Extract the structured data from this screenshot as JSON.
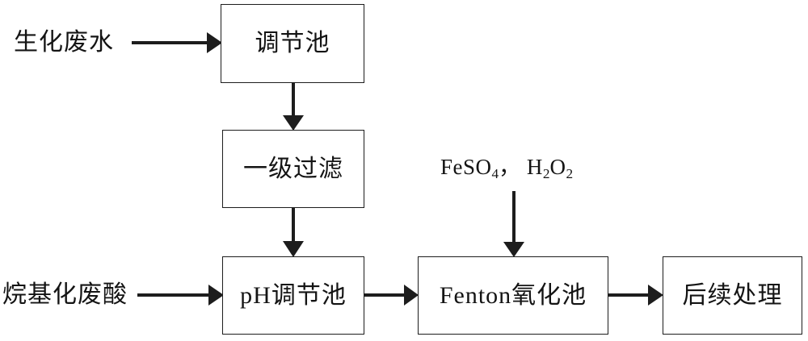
{
  "diagram": {
    "type": "process-flowchart",
    "title_visible": false,
    "style": {
      "box_border_color": "#1d1d1d",
      "box_fill_color": "#ffffff",
      "arrow_color": "#1d1d1d",
      "text_color": "#141414",
      "background_color": "#ffffff"
    },
    "nodes": [
      {
        "id": "n1",
        "label": "调节池"
      },
      {
        "id": "n2",
        "label": "一级过滤"
      },
      {
        "id": "n3",
        "label": "pH调节池"
      },
      {
        "id": "n4",
        "label": "Fenton氧化池"
      },
      {
        "id": "n5",
        "label": "后续处理"
      }
    ],
    "input_labels": [
      {
        "id": "in1",
        "label": "生化废水"
      },
      {
        "id": "in2",
        "label": "烷基化废酸"
      }
    ],
    "reagent_label": {
      "id": "reagent",
      "parts": [
        {
          "text": "FeSO"
        },
        {
          "sub": "4"
        },
        {
          "text": "， H"
        },
        {
          "sub": "2"
        },
        {
          "text": "O"
        },
        {
          "sub": "2"
        }
      ],
      "plain": "FeSO4， H2O2"
    },
    "edges": [
      {
        "from": "in1",
        "to": "n1",
        "orientation": "horizontal"
      },
      {
        "from": "n1",
        "to": "n2",
        "orientation": "vertical"
      },
      {
        "from": "n2",
        "to": "n3",
        "orientation": "vertical"
      },
      {
        "from": "in2",
        "to": "n3",
        "orientation": "horizontal"
      },
      {
        "from": "n3",
        "to": "n4",
        "orientation": "horizontal"
      },
      {
        "from": "reagent",
        "to": "n4",
        "orientation": "vertical"
      },
      {
        "from": "n4",
        "to": "n5",
        "orientation": "horizontal"
      }
    ]
  }
}
